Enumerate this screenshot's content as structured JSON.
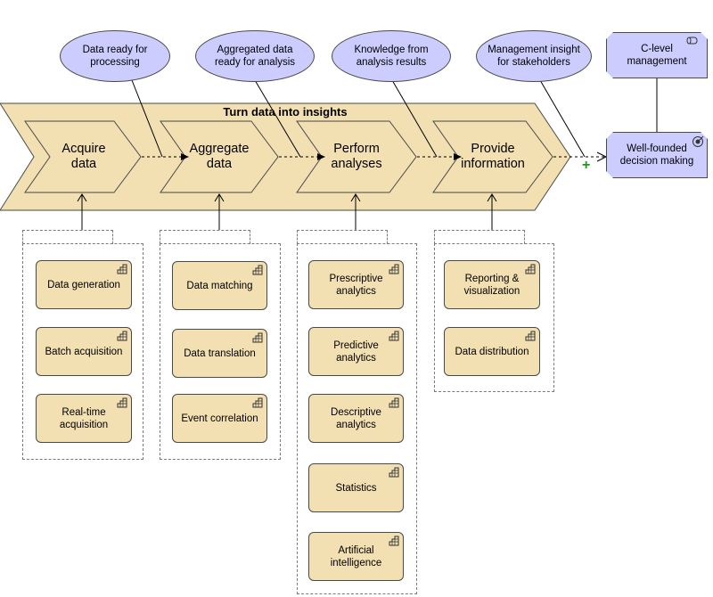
{
  "main_process": {
    "title": "Turn data into insights"
  },
  "stages": [
    {
      "id": "acquire",
      "label": "Acquire data"
    },
    {
      "id": "aggregate",
      "label": "Aggregate data"
    },
    {
      "id": "analyze",
      "label": "Perform analyses"
    },
    {
      "id": "provide",
      "label": "Provide information"
    }
  ],
  "events": [
    "Data ready for processing",
    "Aggregated data ready for analysis",
    "Knowledge from analysis results",
    "Management insight for stakeholders"
  ],
  "stakeholder": {
    "label": "C-level management"
  },
  "goal": {
    "label": "Well-founded decision making"
  },
  "functions": {
    "acquire": [
      "Data generation",
      "Batch acquisition",
      "Real-time acquisition"
    ],
    "aggregate": [
      "Data matching",
      "Data translation",
      "Event correlation"
    ],
    "analyze": [
      "Prescriptive analytics",
      "Predictive analytics",
      "Descriptive analytics",
      "Statistics",
      "Artificial intelligence"
    ],
    "provide": [
      "Reporting & visualization",
      "Data distribution"
    ]
  },
  "colors": {
    "process_fill": "#f2dfb2",
    "event_fill": "#ccccff",
    "stroke": "#4a4a4a",
    "junction_plus": "#1a9a1a"
  }
}
